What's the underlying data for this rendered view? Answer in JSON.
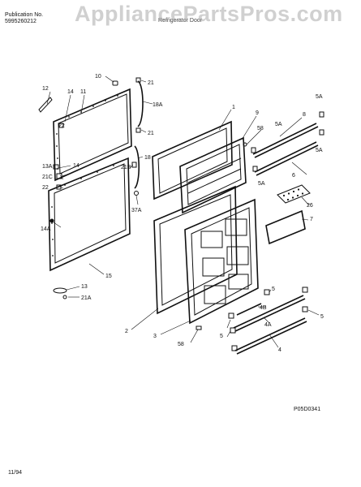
{
  "header": {
    "publication_label": "Publication No.",
    "publication_number": "5995260212",
    "section_title": "Refrigerator Door"
  },
  "watermark": "AppliancePartsPros.com",
  "diagram_code": "P05D0341",
  "date_code": "11/94",
  "callouts": {
    "c1": "1",
    "c2": "2",
    "c3": "3",
    "c4": "4",
    "c4a": "4A",
    "c4b": "4B",
    "c5a": "5",
    "c5b": "5",
    "c5c": "5",
    "c5A1": "5A",
    "c5A2": "5A",
    "c5A3": "5A",
    "c5A4": "5A",
    "c6": "6",
    "c7": "7",
    "c8": "8",
    "c9": "9",
    "c10": "10",
    "c11": "11",
    "c12": "12",
    "c13": "13",
    "c13A": "13A",
    "c14a": "14",
    "c14b": "14",
    "c14A": "14A",
    "c15": "15",
    "c18": "18",
    "c18A": "18A",
    "c21a": "21",
    "c21b": "21",
    "c21A": "21A",
    "c21B": "21B",
    "c21C": "21C",
    "c22a": "22",
    "c22b": "22",
    "c26": "26",
    "c37A": "37A",
    "c58a": "58",
    "c58b": "58"
  }
}
